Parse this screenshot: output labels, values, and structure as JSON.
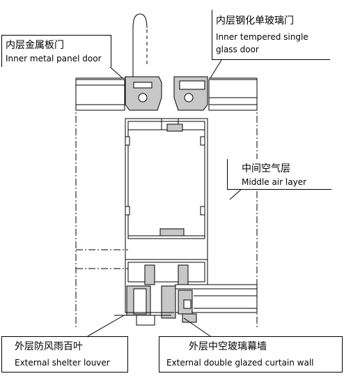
{
  "labels": {
    "inner_metal_door": {
      "cn": "内层金属板门",
      "en": "Inner metal panel door"
    },
    "inner_glass_door": {
      "cn": "内层钢化单玻璃门",
      "en": "Inner tempered single",
      "en2": "glass door"
    },
    "middle_air_layer": {
      "cn": "中间空气层",
      "en": "Middle air layer"
    },
    "outer_louver": {
      "cn": "外层防风雨百叶",
      "en": "External shelter louver"
    },
    "outer_curtain_wall": {
      "cn": "外层中空玻璃幕墙",
      "en": "External double glazed curtain wall"
    }
  },
  "colors": {
    "line": "#000000",
    "profile_fill": "#c8c8c8",
    "background": "#ffffff"
  }
}
